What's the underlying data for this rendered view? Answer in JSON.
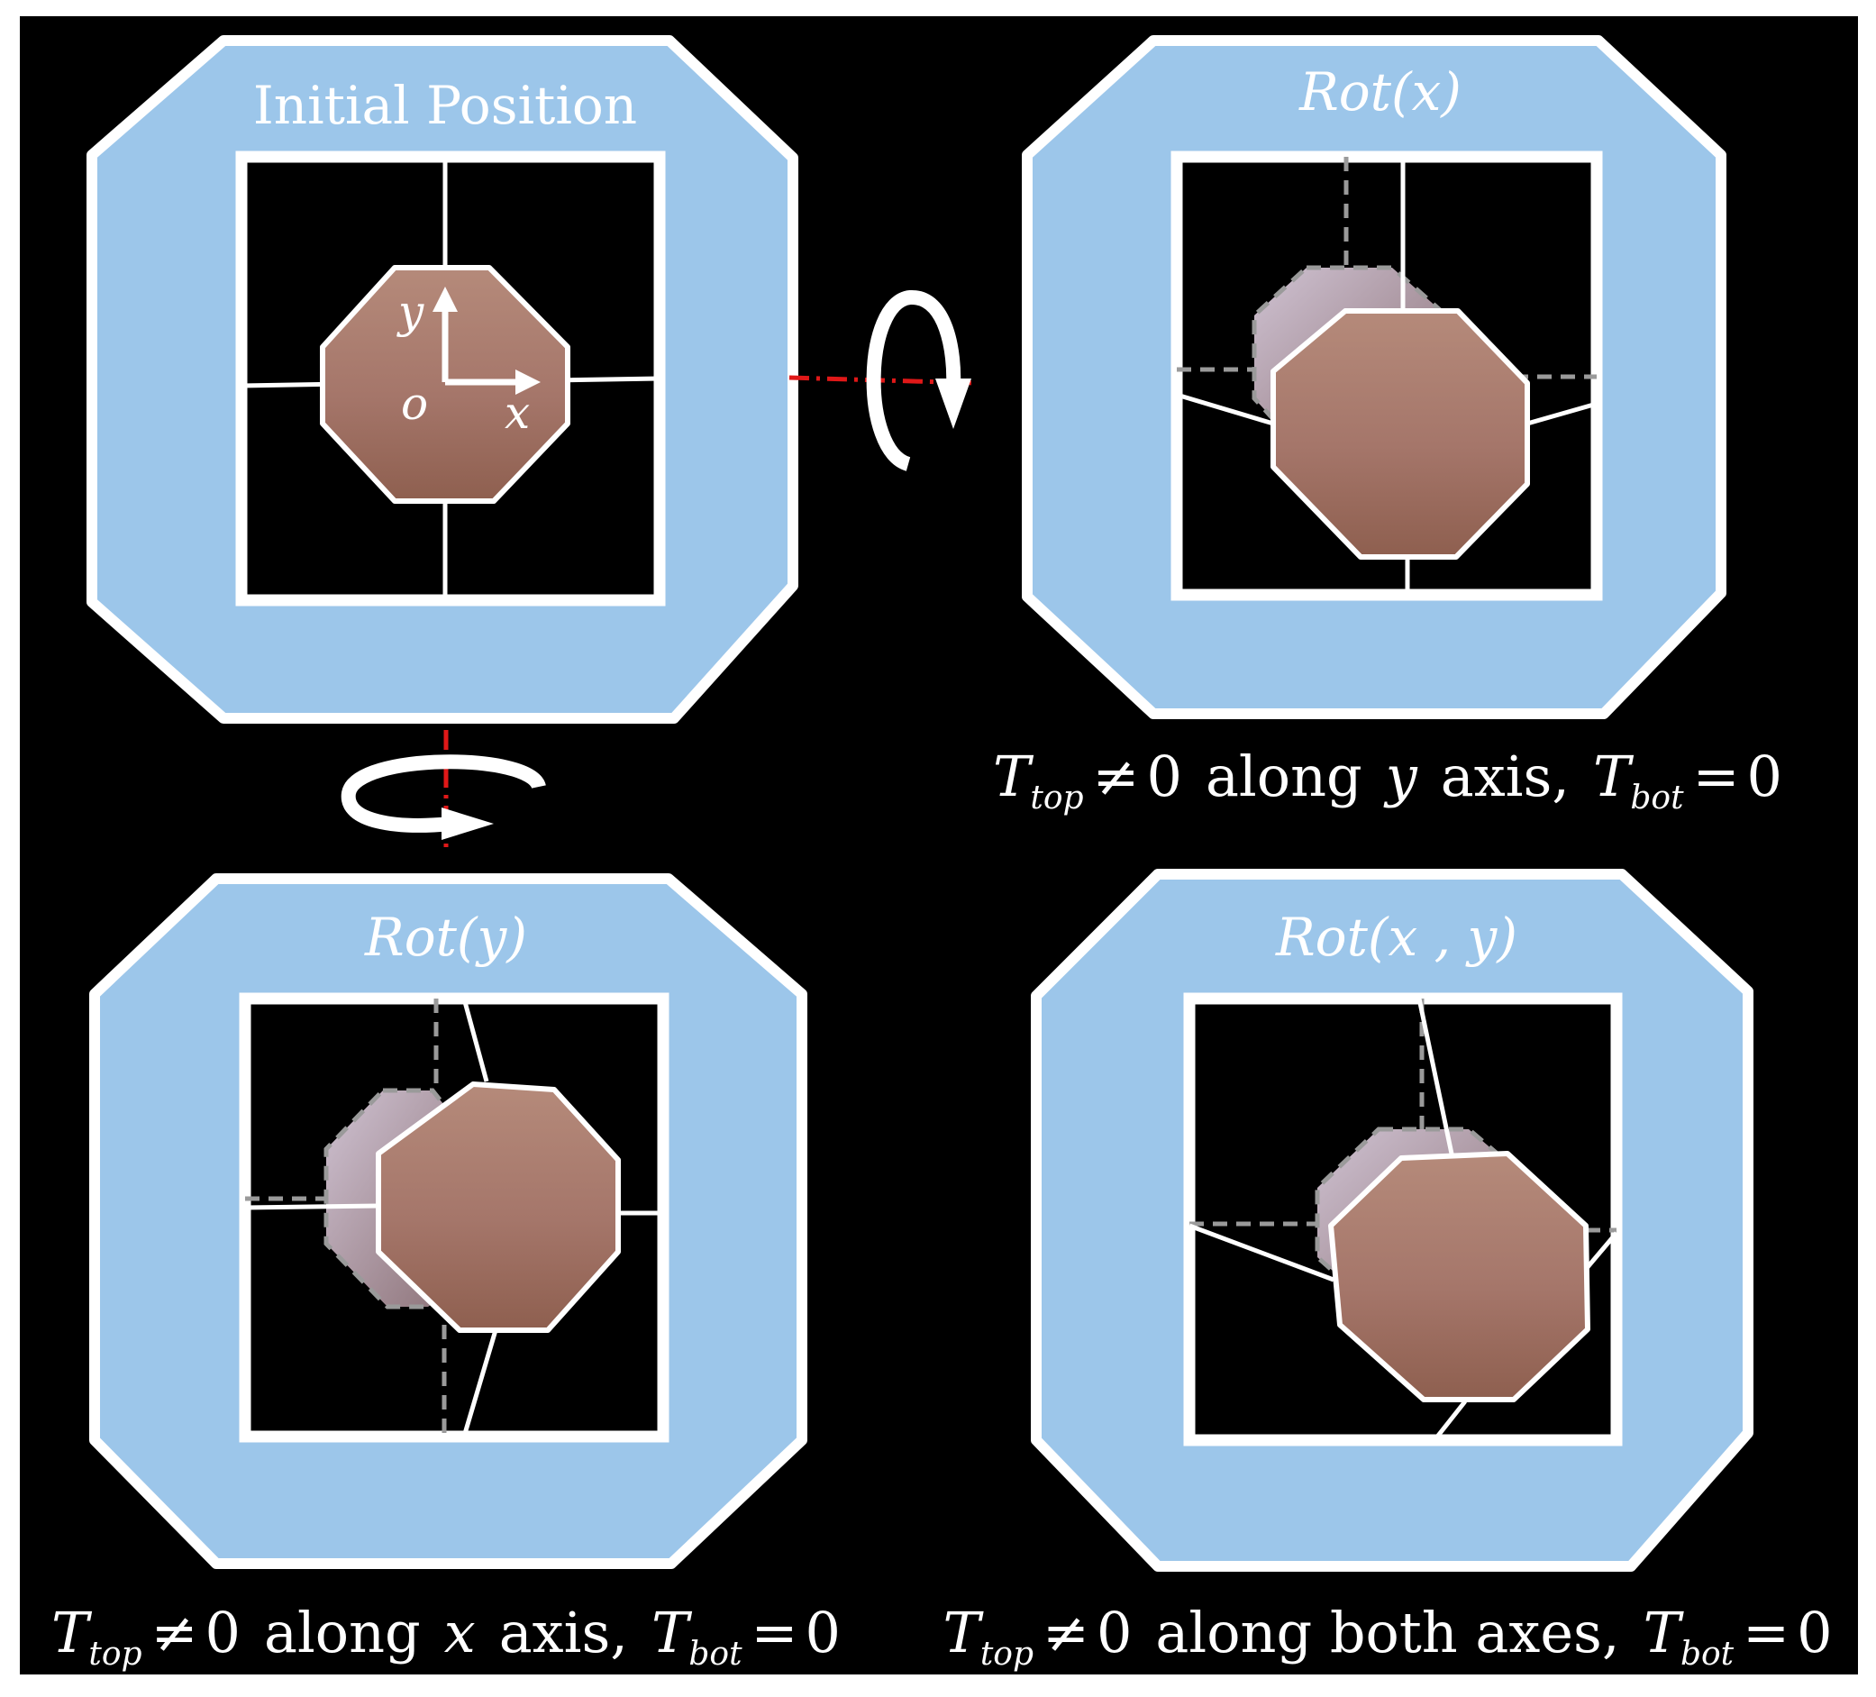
{
  "panels": {
    "initial": {
      "title": "Initial Position",
      "axis_y": "y",
      "axis_x": "x",
      "origin": "o"
    },
    "rot_x": {
      "title": "Rot(x)"
    },
    "rot_y": {
      "title": "Rot(y)"
    },
    "rot_xy": {
      "title": "Rot(x ,  y)"
    }
  },
  "captions": {
    "rot_x": {
      "T": "T",
      "top": "top",
      "neq": "≠",
      "zero": "0",
      "mid1": "along",
      "axis": "y",
      "mid2": "axis,",
      "bot": "bot",
      "eq": "=",
      "zero2": "0"
    },
    "rot_y": {
      "T": "T",
      "top": "top",
      "neq": "≠",
      "zero": "0",
      "mid1": "along",
      "axis": "x",
      "mid2": "axis,",
      "bot": "bot",
      "eq": "=",
      "zero2": "0"
    },
    "rot_xy": {
      "T": "T",
      "top": "top",
      "neq": "≠",
      "zero": "0",
      "mid1": "along both axes,",
      "bot": "bot",
      "eq": "=",
      "zero2": "0"
    }
  },
  "colors": {
    "background": "#000000",
    "frame": "#9cc6ea",
    "frame_outline": "#ffffff",
    "octagon": "#a87868",
    "rotation_axis": "#e01818",
    "dashed": "#9a9a9a"
  },
  "icons": {
    "rotation_arrow": "circular-rotation-arrow-icon",
    "rotation_axis": "dash-dot-axis-icon"
  }
}
